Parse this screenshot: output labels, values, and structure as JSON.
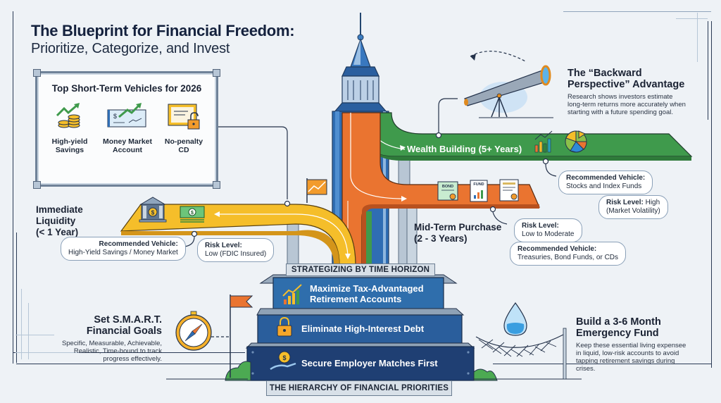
{
  "header": {
    "title": "The Blueprint for Financial Freedom:",
    "subtitle": "Prioritize, Categorize, and Invest"
  },
  "short_term_box": {
    "title": "Top Short-Term Vehicles for 2026",
    "items": [
      {
        "icon": "coins-growth-icon",
        "label_line1": "High-yield",
        "label_line2": "Savings"
      },
      {
        "icon": "check-growth-icon",
        "label_line1": "Money Market",
        "label_line2": "Account"
      },
      {
        "icon": "certificate-lock-icon",
        "label_line1": "No-penalty",
        "label_line2": "CD"
      }
    ]
  },
  "backward_perspective": {
    "title_line1": "The “Backward",
    "title_line2": "Perspective” Advantage",
    "body_line1": "Research shows investors estimate",
    "body_line2": "long-term returns more accurately when",
    "body_line3": "starting with a future spending goal."
  },
  "wealth_building": {
    "label": "Wealth Building (5+ Years)",
    "vehicle_heading": "Recommended Vehicle:",
    "vehicle_value": "Stocks and Index Funds",
    "risk_heading": "Risk Level:",
    "risk_value_line1": "High",
    "risk_value_line2": "(Market Volatility)"
  },
  "mid_term": {
    "label_line1": "Mid-Term Purchase",
    "label_line2": "(2 - 3 Years)",
    "bond_label": "BOND",
    "fund_label": "FUND",
    "risk_heading": "Risk Level:",
    "risk_value": "Low to Moderate",
    "vehicle_heading": "Recommended Vehicle:",
    "vehicle_value": "Treasuries, Bond Funds, or CDs"
  },
  "immediate": {
    "label_line1": "Immediate",
    "label_line2": "Liquidity",
    "label_line3": "(< 1 Year)",
    "vehicle_heading": "Recommended Vehicle:",
    "vehicle_value": "High-Yield Savings / Money Market",
    "risk_heading": "Risk Level:",
    "risk_value": "Low (FDIC Insured)"
  },
  "pyramid": {
    "top_banner": "STRATEGIZING BY TIME HORIZON",
    "tiers": [
      {
        "line1": "Maximize Tax-Advantaged",
        "line2": "Retirement Accounts",
        "icon": "bar-chart-growth-icon"
      },
      {
        "line1": "Eliminate High-Interest Debt",
        "icon": "padlock-icon"
      },
      {
        "line1": "Secure Employer Matches First",
        "icon": "money-bag-hand-icon"
      }
    ],
    "bottom_banner": "THE HIERARCHY OF FINANCIAL PRIORITIES"
  },
  "smart_goals": {
    "title_line1": "Set S.M.A.R.T.",
    "title_line2": "Financial Goals",
    "body_line1": "Specific, Measurable, Achievable,",
    "body_line2": "Realistic, Time-bound to track",
    "body_line3": "progress effectively."
  },
  "emergency_fund": {
    "title_line1": "Build a 3-6 Month",
    "title_line2": "Emergency Fund",
    "body_line1": "Keep these essential living expensee",
    "body_line2": "in liquid, low-risk accounts to avoid",
    "body_line3": "tapping retirement savings during",
    "body_line4": "crises."
  },
  "colors": {
    "green_road": "#3f9a4c",
    "orange_road": "#ea7430",
    "yellow_road": "#f5be2a",
    "tower_blue": "#2f6db3",
    "pyramid_dark": "#1f3f73",
    "pyramid_mid": "#2a5e9c",
    "pyramid_top": "#2f6eac"
  }
}
